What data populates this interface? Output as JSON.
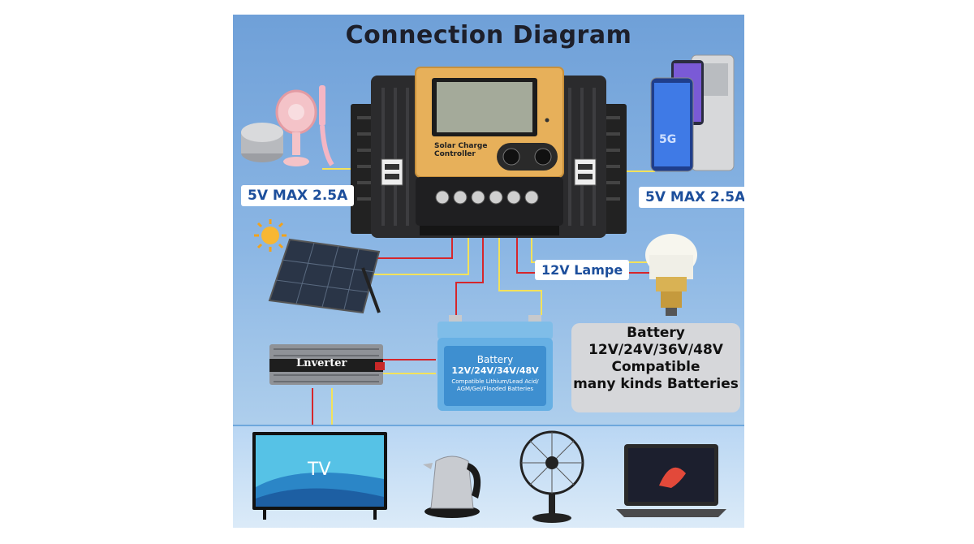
{
  "title": "Connection Diagram",
  "controller": {
    "line1": "Solar Charge",
    "line2": "Controller"
  },
  "usb_left_label": "5V MAX 2.5A",
  "usb_right_label": "5V MAX 2.5A",
  "lamp_label": "12V Lampe",
  "inverter_label": "Lnverter",
  "battery": {
    "title": "Battery",
    "voltages": "12V/24V/34V/48V",
    "compat_line1": "Compatible Lithium/Lead Acid/",
    "compat_line2": "AGM/Gel/Flooded Batteries"
  },
  "battery_note": {
    "line1": "Battery",
    "line2": "12V/24V/36V/48V",
    "line3": "Compatible",
    "line4": "many kinds Batteries"
  },
  "tv_label": "TV",
  "colors": {
    "wire_red": "#d6262b",
    "wire_yellow": "#f3e25a",
    "controller_gold": "#e7b05a",
    "sky": "#8bb6e4"
  }
}
